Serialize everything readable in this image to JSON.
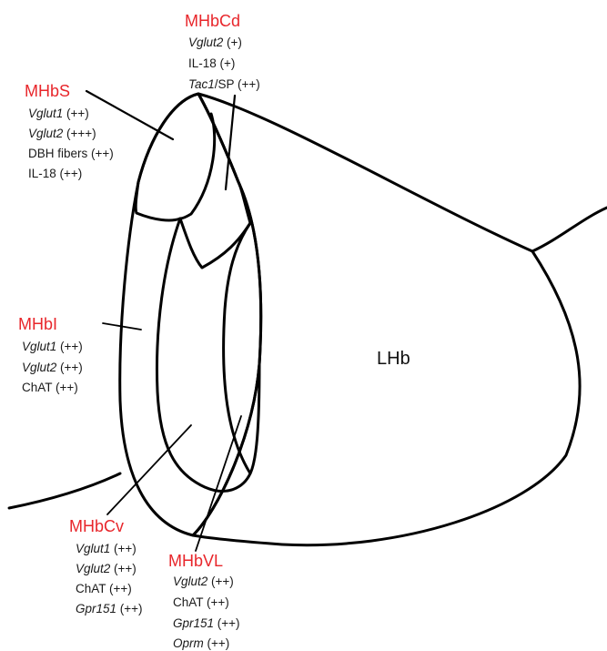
{
  "regions": {
    "mhbcd": {
      "name": "MHbCd",
      "lines": [
        {
          "italic": "Vglut2",
          "rest": " (+)"
        },
        {
          "italic": "",
          "rest": "IL-18 (+)"
        },
        {
          "italic": "Tac1",
          "rest": "/SP (++)"
        }
      ]
    },
    "mhbs": {
      "name": "MHbS",
      "lines": [
        {
          "italic": "Vglut1",
          "rest": " (++)"
        },
        {
          "italic": "Vglut2",
          "rest": " (+++)"
        },
        {
          "italic": "",
          "rest": "DBH fibers (++)"
        },
        {
          "italic": "",
          "rest": "IL-18 (++)"
        }
      ]
    },
    "mhbi": {
      "name": "MHbI",
      "lines": [
        {
          "italic": "Vglut1",
          "rest": " (++)"
        },
        {
          "italic": "Vglut2",
          "rest": " (++)"
        },
        {
          "italic": "",
          "rest": "ChAT (++)"
        }
      ]
    },
    "mhbcv": {
      "name": "MHbCv",
      "lines": [
        {
          "italic": "Vglut1",
          "rest": " (++)"
        },
        {
          "italic": "Vglut2",
          "rest": " (++)"
        },
        {
          "italic": "",
          "rest": "ChAT (++)"
        },
        {
          "italic": "Gpr151",
          "rest": " (++)"
        }
      ]
    },
    "mhbvl": {
      "name": "MHbVL",
      "lines": [
        {
          "italic": "Vglut2",
          "rest": " (++)"
        },
        {
          "italic": "",
          "rest": "ChAT (++)"
        },
        {
          "italic": "Gpr151",
          "rest": " (++)"
        },
        {
          "italic": "Oprm",
          "rest": " (++)"
        }
      ]
    },
    "lhb": {
      "name": "LHb"
    }
  },
  "colors": {
    "lhb_fill": "#c5e0b4",
    "mhb_fill": "#f8cbad",
    "superior_fill": "#ffc000",
    "label_red": "#e8262b"
  }
}
